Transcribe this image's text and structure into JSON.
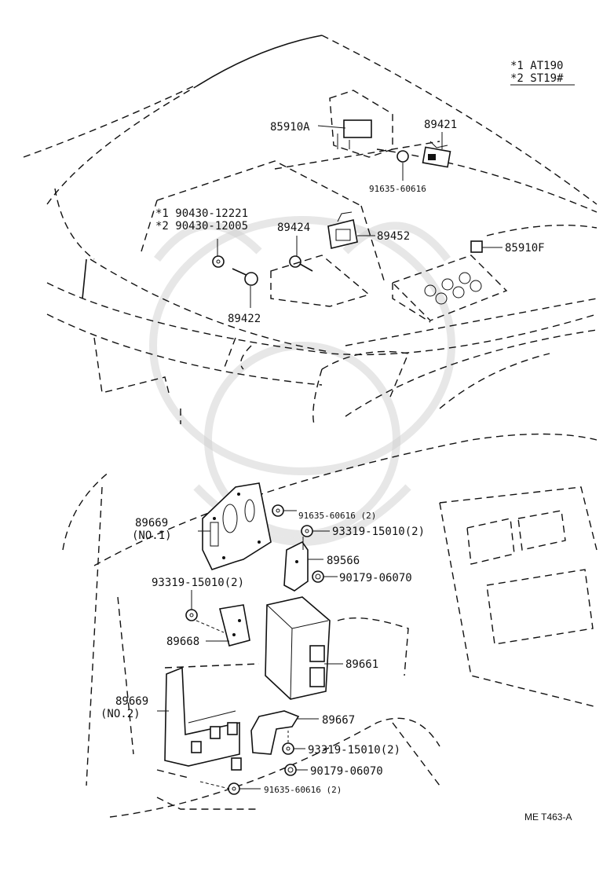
{
  "legend": {
    "note1": "*1  AT190",
    "note2": "*2  ST19#"
  },
  "callouts": {
    "c85910A": "85910A",
    "c89421": "89421",
    "c91635_top": "91635-60616",
    "c1_90430": "*1  90430-12221",
    "c2_90430": "*2  90430-12005",
    "c89424": "89424",
    "c89452": "89452",
    "c85910F": "85910F",
    "c89422": "89422",
    "c91635_mid": "91635-60616 (2)",
    "c89669_no1": "89669",
    "c89669_no1_sub": "(NO.1)",
    "c93319_a": "93319-15010(2)",
    "c89566": "89566",
    "c90179_a": "90179-06070",
    "c93319_b": "93319-15010(2)",
    "c89668": "89668",
    "c89661": "89661",
    "c89669_no2": "89669",
    "c89669_no2_sub": "(NO.2)",
    "c89667": "89667",
    "c93319_c": "93319-15010(2)",
    "c90179_b": "90179-06070",
    "c91635_bot": "91635-60616 (2)"
  },
  "reference": "ME T463-A",
  "watermark_icon": "samurai-helmet-watermark-icon"
}
